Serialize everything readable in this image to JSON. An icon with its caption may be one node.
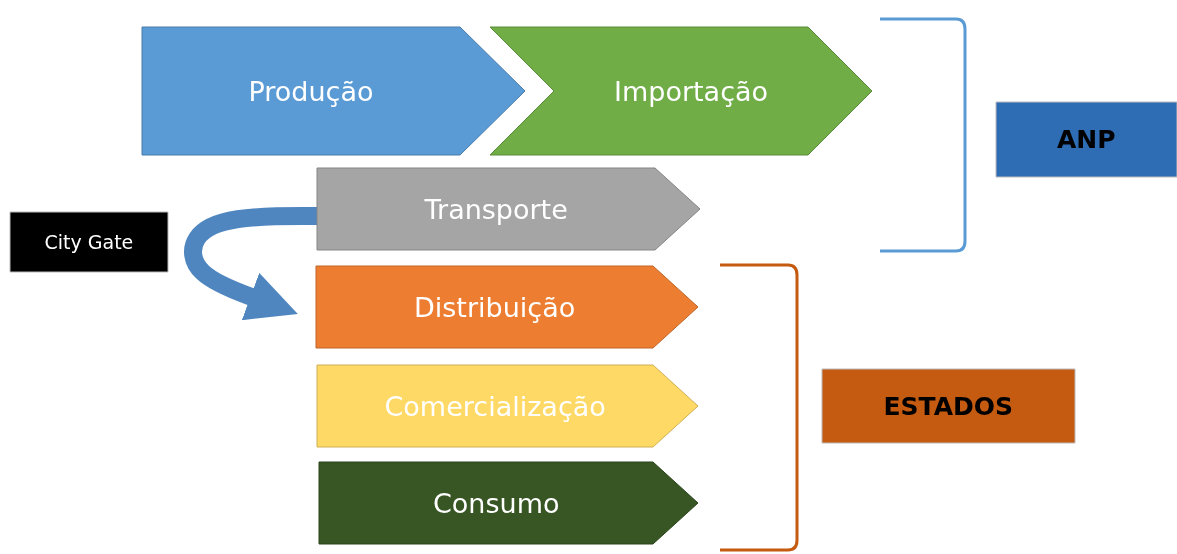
{
  "diagram": {
    "nodes": [
      {
        "text": [
          "Produção"
        ]
      },
      {
        "text": [
          "Importação"
        ]
      },
      {
        "text": [
          "Transporte"
        ]
      },
      {
        "text": [
          "City Gate"
        ]
      },
      {
        "text": [
          "Distribuição"
        ]
      },
      {
        "text": [
          "Comercialização"
        ]
      },
      {
        "text": [
          "Consumo"
        ]
      },
      {
        "text": [
          "ANP"
        ]
      },
      {
        "text": [
          "ESTADOS"
        ]
      }
    ],
    "edges": [
      {
        "from": 2,
        "to": 4,
        "arrow": "to"
      }
    ]
  }
}
